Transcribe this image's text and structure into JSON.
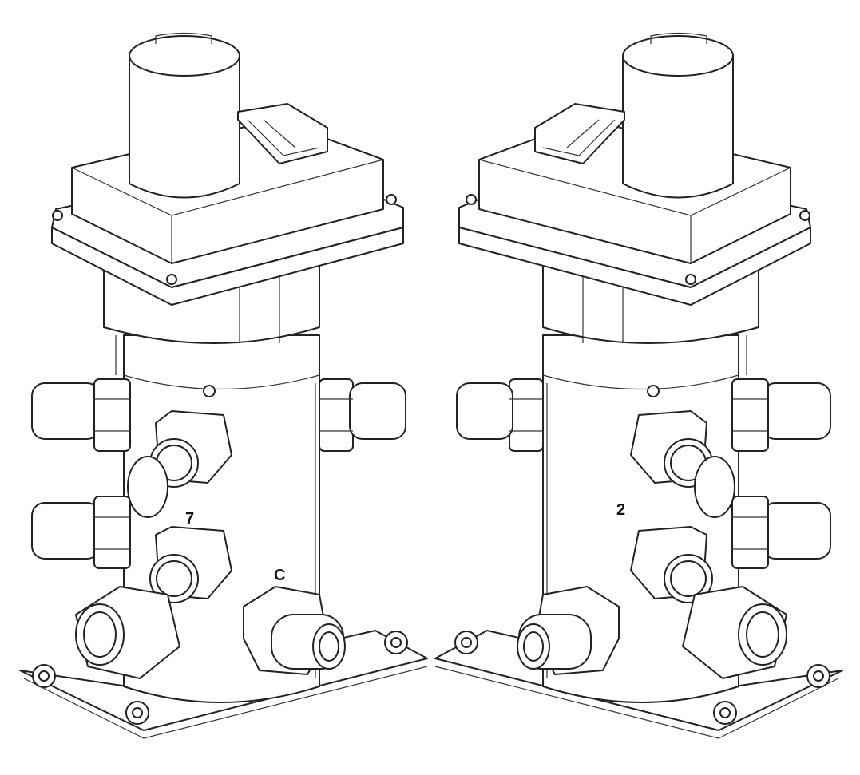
{
  "figure": {
    "left_view": {
      "port_labels": [
        "7",
        "C"
      ]
    },
    "right_view": {
      "port_labels": [
        "2"
      ]
    }
  }
}
